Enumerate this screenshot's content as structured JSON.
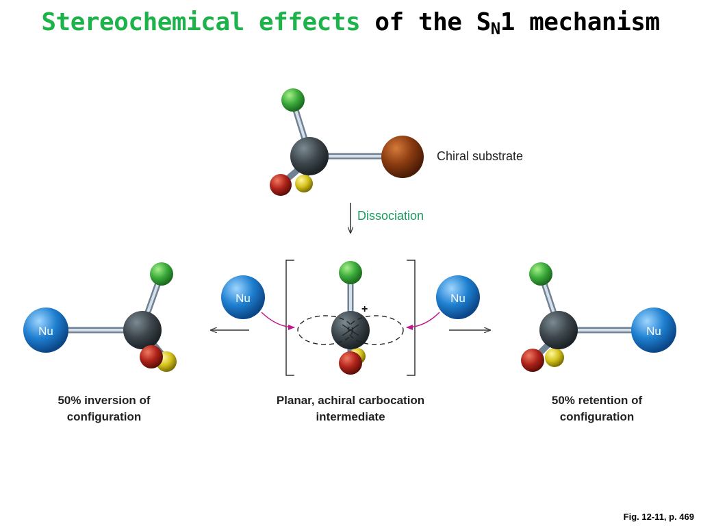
{
  "title": {
    "part1": "Stereochemical effects",
    "part2": "of the S",
    "subscript": "N",
    "part3": "1 mechanism"
  },
  "labels": {
    "chiral_substrate": "Chiral substrate",
    "dissociation": "Dissociation",
    "nucleophile": "Nu",
    "charge": "+",
    "left_caption_line1": "50% inversion of",
    "left_caption_line2": "configuration",
    "center_caption_line1": "Planar, achiral carbocation",
    "center_caption_line2": "intermediate",
    "right_caption_line1": "50% retention of",
    "right_caption_line2": "configuration"
  },
  "footer": "Fig. 12-11, p. 469",
  "colors": {
    "title_highlight": "#1db34a",
    "dissociation_text": "#1a9a5c",
    "attack_arrow": "#c0188c",
    "carbon": "#3e474d",
    "bromine": "#8a3a10",
    "green_atom": "#3aaa3a",
    "red_atom": "#b0231a",
    "yellow_atom": "#d4c21a",
    "nucleophile": "#1e7fd0",
    "bond": "#9fb0c0"
  }
}
